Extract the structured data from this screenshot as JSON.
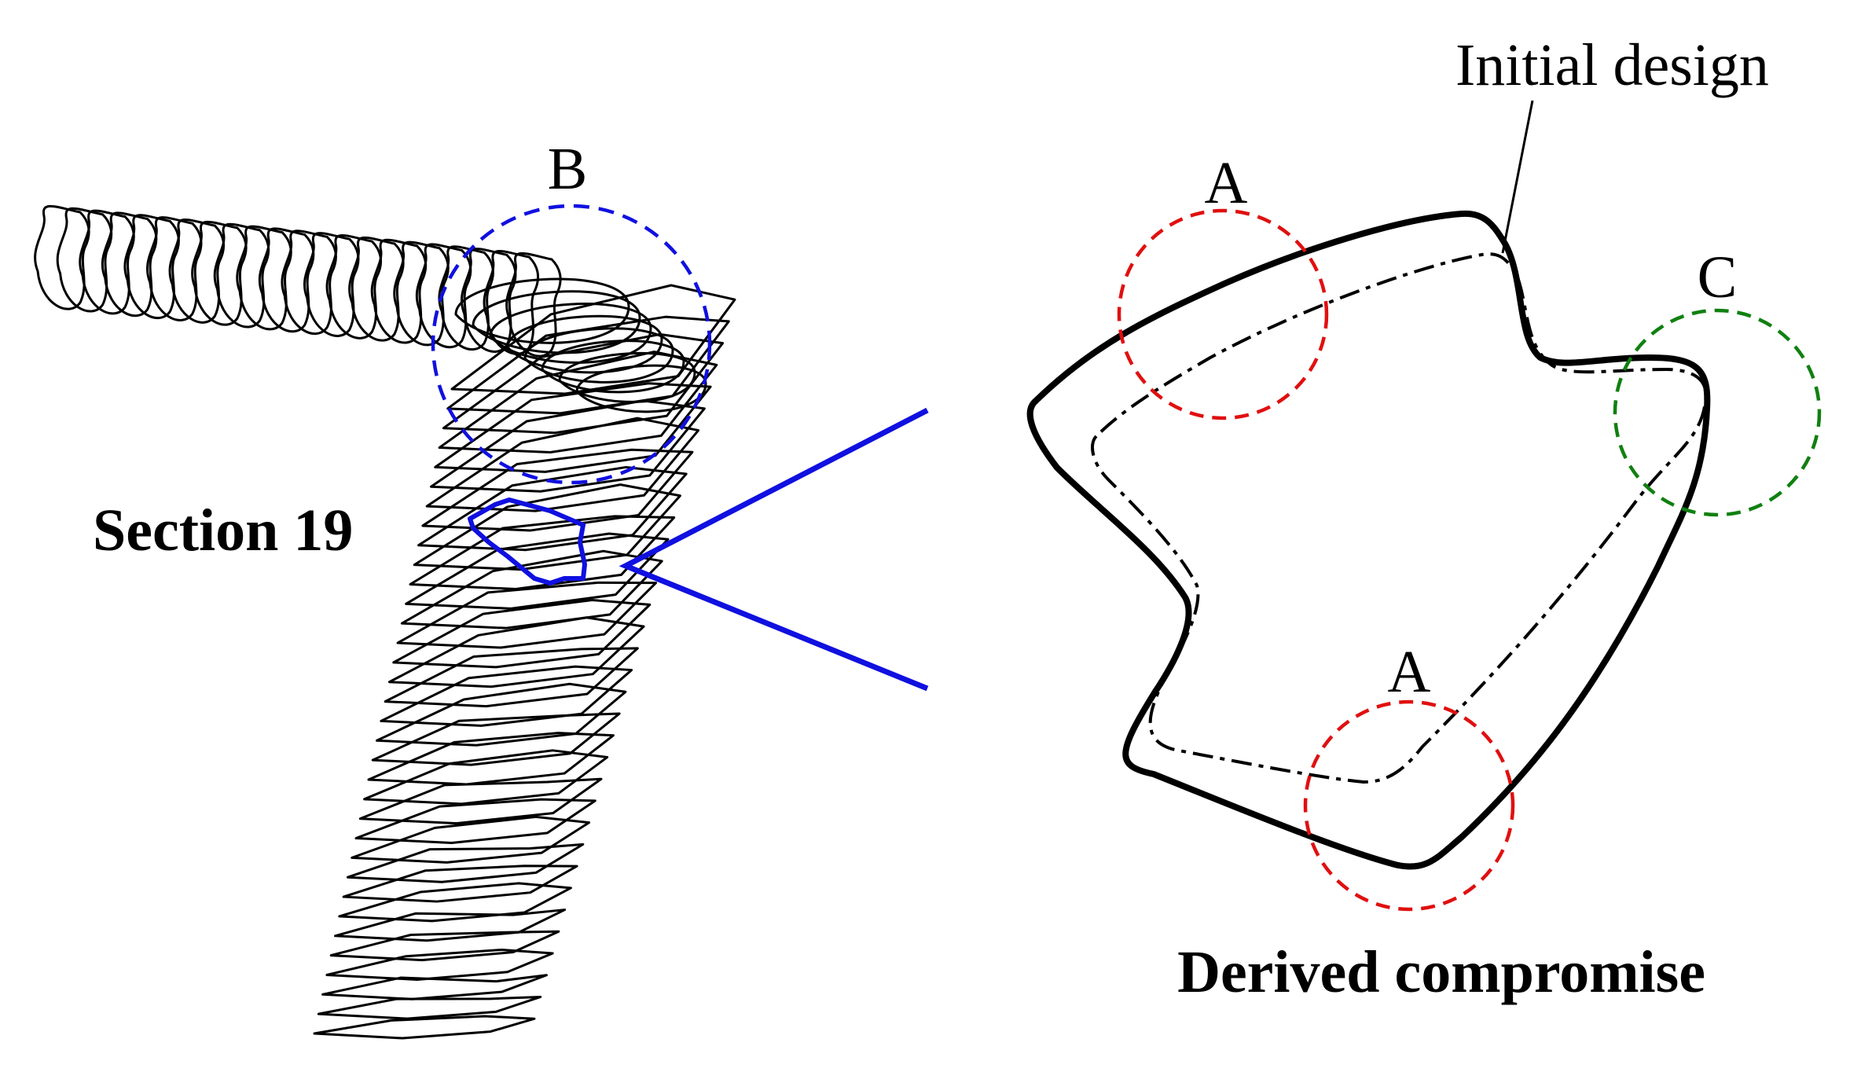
{
  "figure": {
    "section_label": "Section 19",
    "compromise_label": "Derived compromise",
    "initial_design_label": "Initial design",
    "region_labels": {
      "a_upper": "A",
      "a_lower": "A",
      "b": "B",
      "c": "C"
    }
  },
  "colors": {
    "outline": "#000000",
    "highlight_section": "#1010e0",
    "zoom_lines": "#1010e0",
    "circle_a": "#e01010",
    "circle_b": "#1010e0",
    "circle_c": "#108010"
  }
}
